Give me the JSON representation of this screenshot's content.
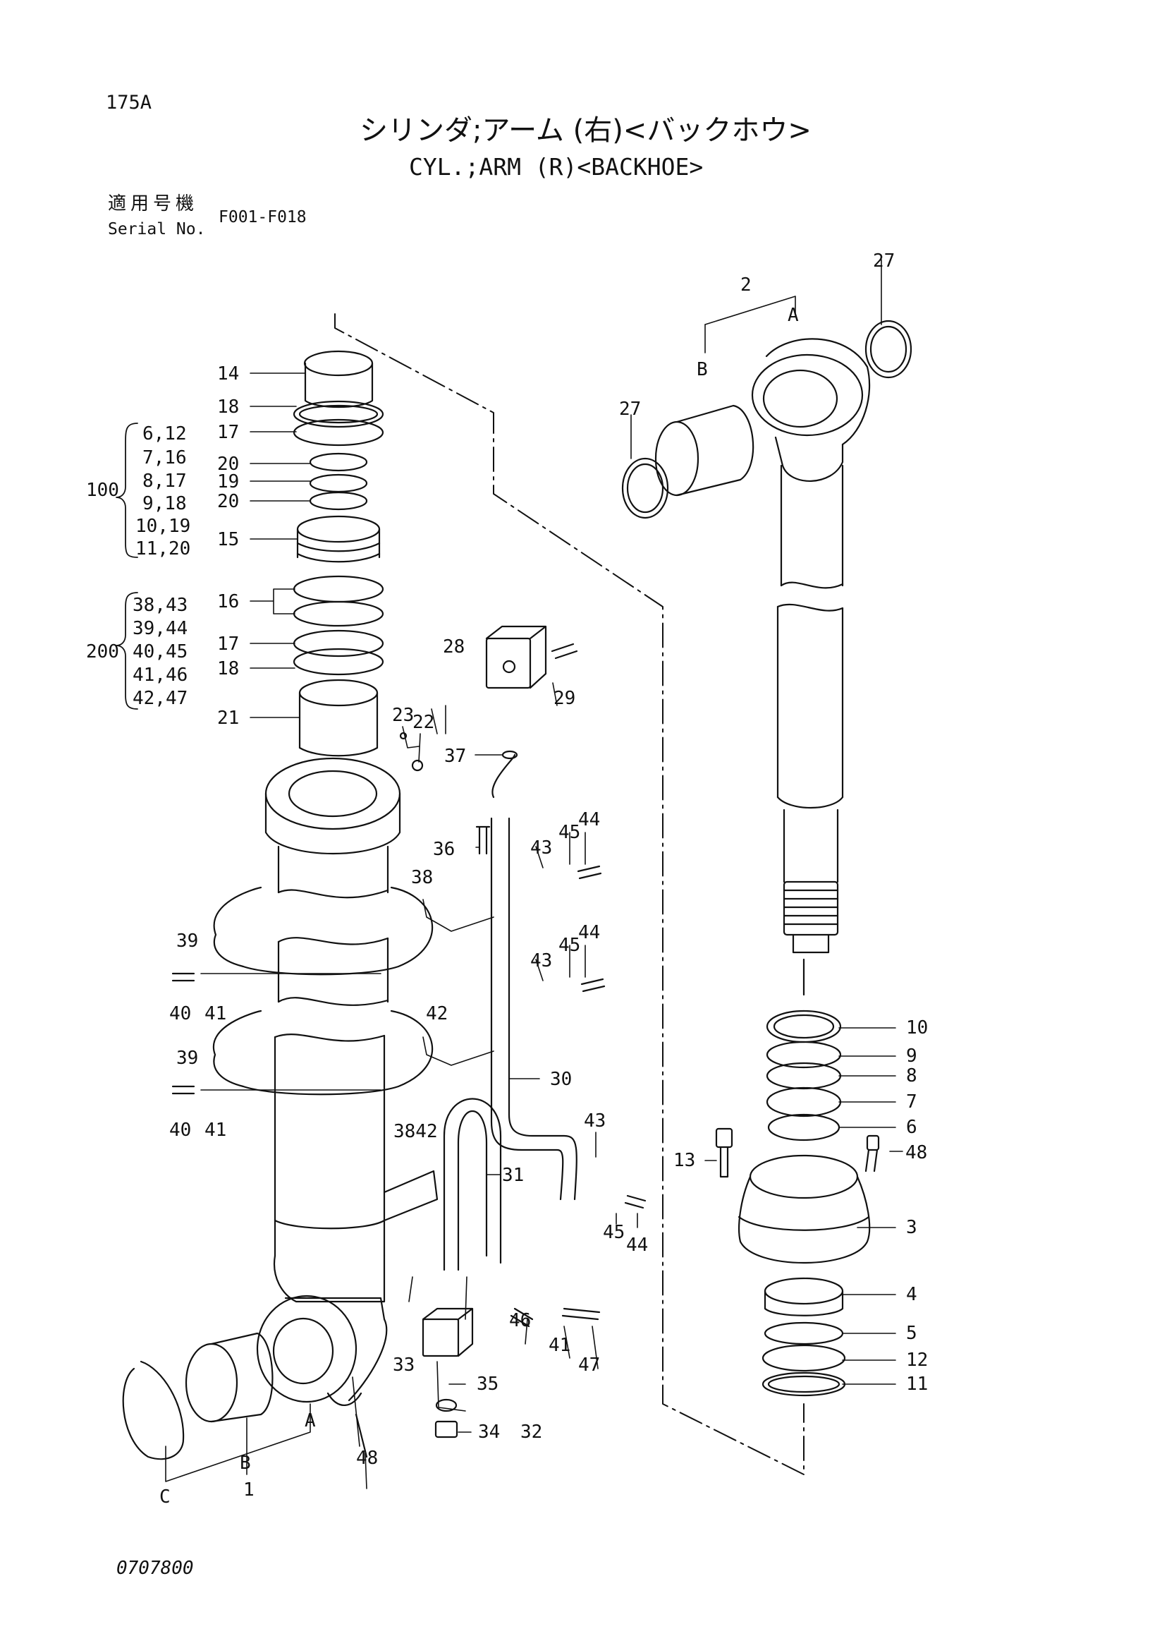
{
  "header": {
    "page_id": "175A",
    "title_jp": "シリンダ;アーム (右)<バックホウ>",
    "title_en": "CYL.;ARM (R)<BACKHOE>",
    "serial_label_jp": "適用号機",
    "serial_label_en": "Serial No.",
    "serial_range": "F001-F018"
  },
  "footer": {
    "document_number": "0707800"
  },
  "kit_100": {
    "label": "100",
    "rows": [
      "6,12",
      "7,16",
      "8,17",
      "9,18",
      "10,19",
      "11,20"
    ]
  },
  "kit_200": {
    "label": "200",
    "rows": [
      "38,43",
      "39,44",
      "40,45",
      "41,46",
      "42,47"
    ]
  },
  "callouts": {
    "c1": "1",
    "c2": "2",
    "c3": "3",
    "c4": "4",
    "c5": "5",
    "c6": "6",
    "c7": "7",
    "c8": "8",
    "c9": "9",
    "c10": "10",
    "c11": "11",
    "c12": "12",
    "c13": "13",
    "c14": "14",
    "c15": "15",
    "c16": "16",
    "c17": "17",
    "c18": "18",
    "c19": "19",
    "c20": "20",
    "c21": "21",
    "c22": "22",
    "c23": "23",
    "c27": "27",
    "c28": "28",
    "c29": "29",
    "c30": "30",
    "c31": "31",
    "c32": "32",
    "c33": "33",
    "c34": "34",
    "c35": "35",
    "c36": "36",
    "c37": "37",
    "c38": "38",
    "c39": "39",
    "c40": "40",
    "c41": "41",
    "c42": "42",
    "c43": "43",
    "c44": "44",
    "c45": "45",
    "c46": "46",
    "c47": "47",
    "c48": "48",
    "c3842": "3842",
    "A": "A",
    "B": "B",
    "C": "C"
  }
}
